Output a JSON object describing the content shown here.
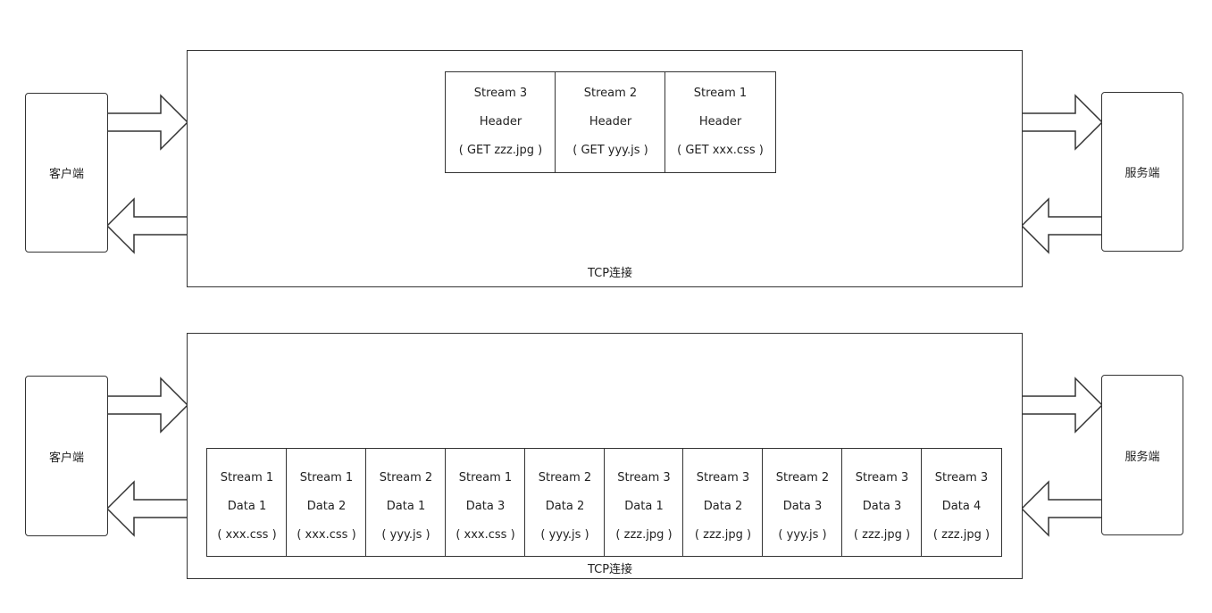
{
  "top": {
    "client_label": "客户端",
    "server_label": "服务端",
    "connection_label": "TCP连接",
    "frames": [
      {
        "stream": "Stream 3",
        "type": "Header",
        "detail": "( GET zzz.jpg )"
      },
      {
        "stream": "Stream 2",
        "type": "Header",
        "detail": "( GET yyy.js )"
      },
      {
        "stream": "Stream 1",
        "type": "Header",
        "detail": "( GET xxx.css )"
      }
    ]
  },
  "bottom": {
    "client_label": "客户端",
    "server_label": "服务端",
    "connection_label": "TCP连接",
    "frames": [
      {
        "stream": "Stream 1",
        "type": "Data 1",
        "detail": "( xxx.css )"
      },
      {
        "stream": "Stream 1",
        "type": "Data 2",
        "detail": "( xxx.css )"
      },
      {
        "stream": "Stream 2",
        "type": "Data 1",
        "detail": "( yyy.js )"
      },
      {
        "stream": "Stream 1",
        "type": "Data 3",
        "detail": "( xxx.css )"
      },
      {
        "stream": "Stream 2",
        "type": "Data 2",
        "detail": "( yyy.js )"
      },
      {
        "stream": "Stream 3",
        "type": "Data 1",
        "detail": "( zzz.jpg )"
      },
      {
        "stream": "Stream 3",
        "type": "Data 2",
        "detail": "( zzz.jpg )"
      },
      {
        "stream": "Stream 2",
        "type": "Data 3",
        "detail": "( yyy.js )"
      },
      {
        "stream": "Stream 3",
        "type": "Data 3",
        "detail": "( zzz.jpg )"
      },
      {
        "stream": "Stream 3",
        "type": "Data 4",
        "detail": "( zzz.jpg )"
      }
    ]
  }
}
